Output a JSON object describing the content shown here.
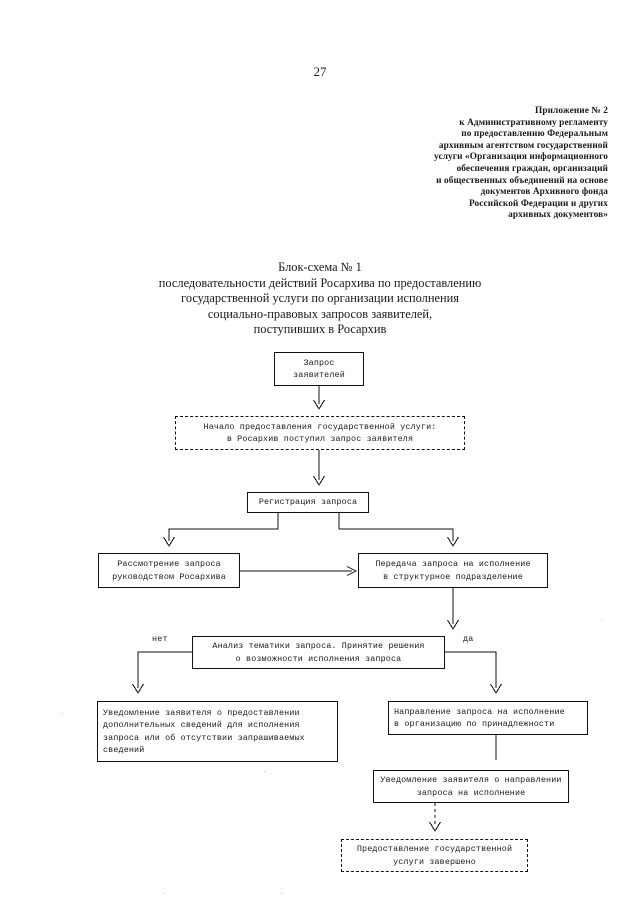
{
  "page": {
    "number": "27"
  },
  "appendix": {
    "lines": [
      "Приложение № 2",
      "к Административному регламенту",
      "по предоставлению Федеральным",
      "архивным агентством государственной",
      "услуги «Организация информационного",
      "обеспечения граждан, организаций",
      "и общественных объединений на основе",
      "документов Архивного фонда",
      "Российской Федерации и других",
      "архивных документов»"
    ]
  },
  "chart_title": {
    "lines": [
      "Блок-схема № 1",
      "последовательности действий Росархива по предоставлению",
      "государственной услуги по организации исполнения",
      "социально-правовых запросов заявителей,",
      "поступивших в Росархив"
    ]
  },
  "flowchart": {
    "type": "flowchart",
    "nodes": [
      {
        "id": "request",
        "shape": "rect",
        "border": "solid",
        "align": "center",
        "lines": [
          "Запрос",
          "заявителей"
        ]
      },
      {
        "id": "start",
        "shape": "rect",
        "border": "dashed",
        "align": "center",
        "lines": [
          "Начало предоставления государственной услуги:",
          "в Росархив поступил запрос заявителя"
        ]
      },
      {
        "id": "registration",
        "shape": "rect",
        "border": "solid",
        "align": "center",
        "lines": [
          "Регистрация запроса"
        ]
      },
      {
        "id": "review",
        "shape": "rect",
        "border": "solid",
        "align": "center",
        "lines": [
          "Рассмотрение запроса",
          "руководством Росархива"
        ]
      },
      {
        "id": "transfer",
        "shape": "rect",
        "border": "solid",
        "align": "center",
        "lines": [
          "Передача запроса на исполнение",
          "в структурное подразделение"
        ]
      },
      {
        "id": "analysis",
        "shape": "rect",
        "border": "solid",
        "align": "center",
        "lines": [
          "Анализ тематики запроса. Принятие решения",
          "о возможности исполнения запроса"
        ]
      },
      {
        "id": "notify-extra",
        "shape": "rect",
        "border": "solid",
        "align": "left",
        "lines": [
          "Уведомление заявителя о предоставлении",
          "дополнительных сведений для исполнения",
          "запроса или об отсутствии запрашиваемых",
          "сведений"
        ]
      },
      {
        "id": "forward",
        "shape": "rect",
        "border": "solid",
        "align": "left",
        "lines": [
          "Направление запроса на исполнение",
          "в организацию по принадлежности"
        ]
      },
      {
        "id": "notify-forward",
        "shape": "rect",
        "border": "solid",
        "align": "center",
        "lines": [
          "Уведомление заявителя о направлении",
          "запроса на исполнение"
        ]
      },
      {
        "id": "complete",
        "shape": "rect",
        "border": "dashed",
        "align": "center",
        "lines": [
          "Предоставление государственной",
          "услуги завершено"
        ]
      }
    ],
    "branch_labels": {
      "no": "нет",
      "yes": "да"
    },
    "edges": [
      {
        "from": "request",
        "to": "start",
        "label": ""
      },
      {
        "from": "start",
        "to": "registration",
        "label": ""
      },
      {
        "from": "registration",
        "to": "review",
        "label": ""
      },
      {
        "from": "registration",
        "to": "transfer",
        "label": ""
      },
      {
        "from": "review",
        "to": "transfer",
        "label": ""
      },
      {
        "from": "transfer",
        "to": "analysis",
        "label": ""
      },
      {
        "from": "analysis",
        "to": "notify-extra",
        "label": "нет"
      },
      {
        "from": "analysis",
        "to": "forward",
        "label": "да"
      },
      {
        "from": "forward",
        "to": "notify-forward",
        "label": ""
      },
      {
        "from": "notify-forward",
        "to": "complete",
        "label": ""
      }
    ]
  },
  "colors": {
    "ink": "#111111",
    "paper": "#ffffff"
  }
}
